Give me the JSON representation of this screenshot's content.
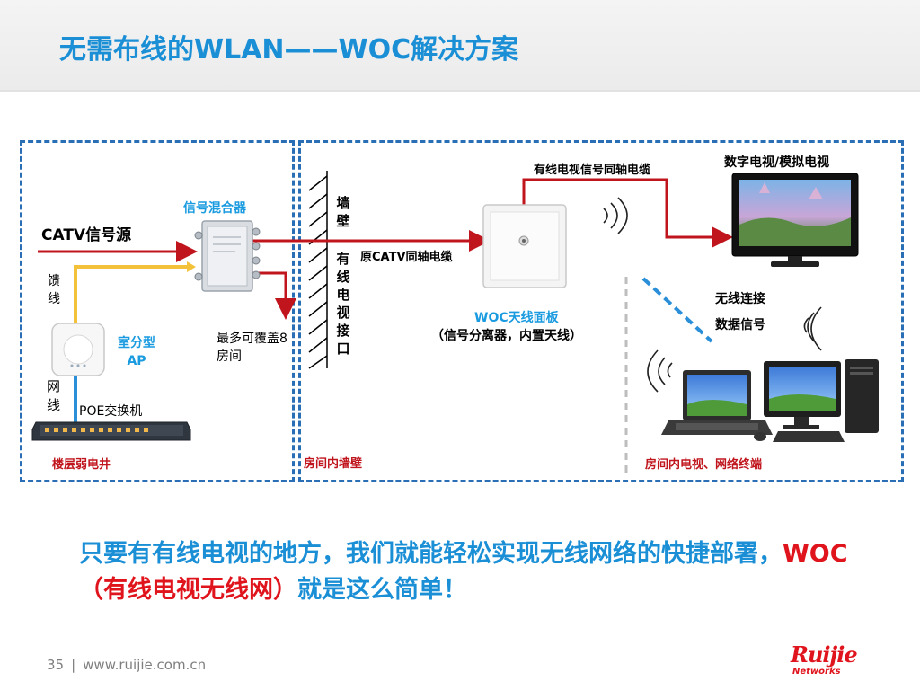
{
  "title": "无需布线的WLAN——WOC解决方案",
  "labels": {
    "catv_source": "CATV信号源",
    "mixer": "信号混合器",
    "feeder_line": "馈线",
    "indoor_ap": "室分型AP",
    "network_cable": "网线",
    "poe_switch": "POE交换机",
    "floor_shaft": "楼层弱电井",
    "max_rooms": "最多可覆盖8房间",
    "wall": "墙壁",
    "catv_interface": "有线电视接口",
    "orig_cable": "原CATV同轴电缆",
    "coax_cable": "有线电视信号同轴电缆",
    "tv": "数字电视/模拟电视",
    "panel_title": "WOC天线面板",
    "panel_sub": "（信号分离器，内置天线）",
    "wireless_1": "无线连接",
    "wireless_2": "数据信号",
    "room_wall": "房间内墙壁",
    "room_terminals": "房间内电视、网络终端"
  },
  "summary": {
    "part1": "只要有有线电视的地方，我们就能轻松实现无线网络的快捷部署，",
    "highlight": "WOC（有线电视无线网）",
    "part2": "就是这么简单！"
  },
  "footer": {
    "page": "35",
    "separator": "|",
    "url": "www.ruijie.com.cn"
  },
  "logo": {
    "text": "Ruijie",
    "sub": "Networks"
  },
  "colors": {
    "title_blue": "#1b8fd6",
    "accent_red": "#e0141c",
    "box_dash": "#2a6fb5",
    "cable_red": "#c0151d",
    "feeder_yellow": "#f3c23a",
    "poe_blue": "#2a8fd8"
  }
}
